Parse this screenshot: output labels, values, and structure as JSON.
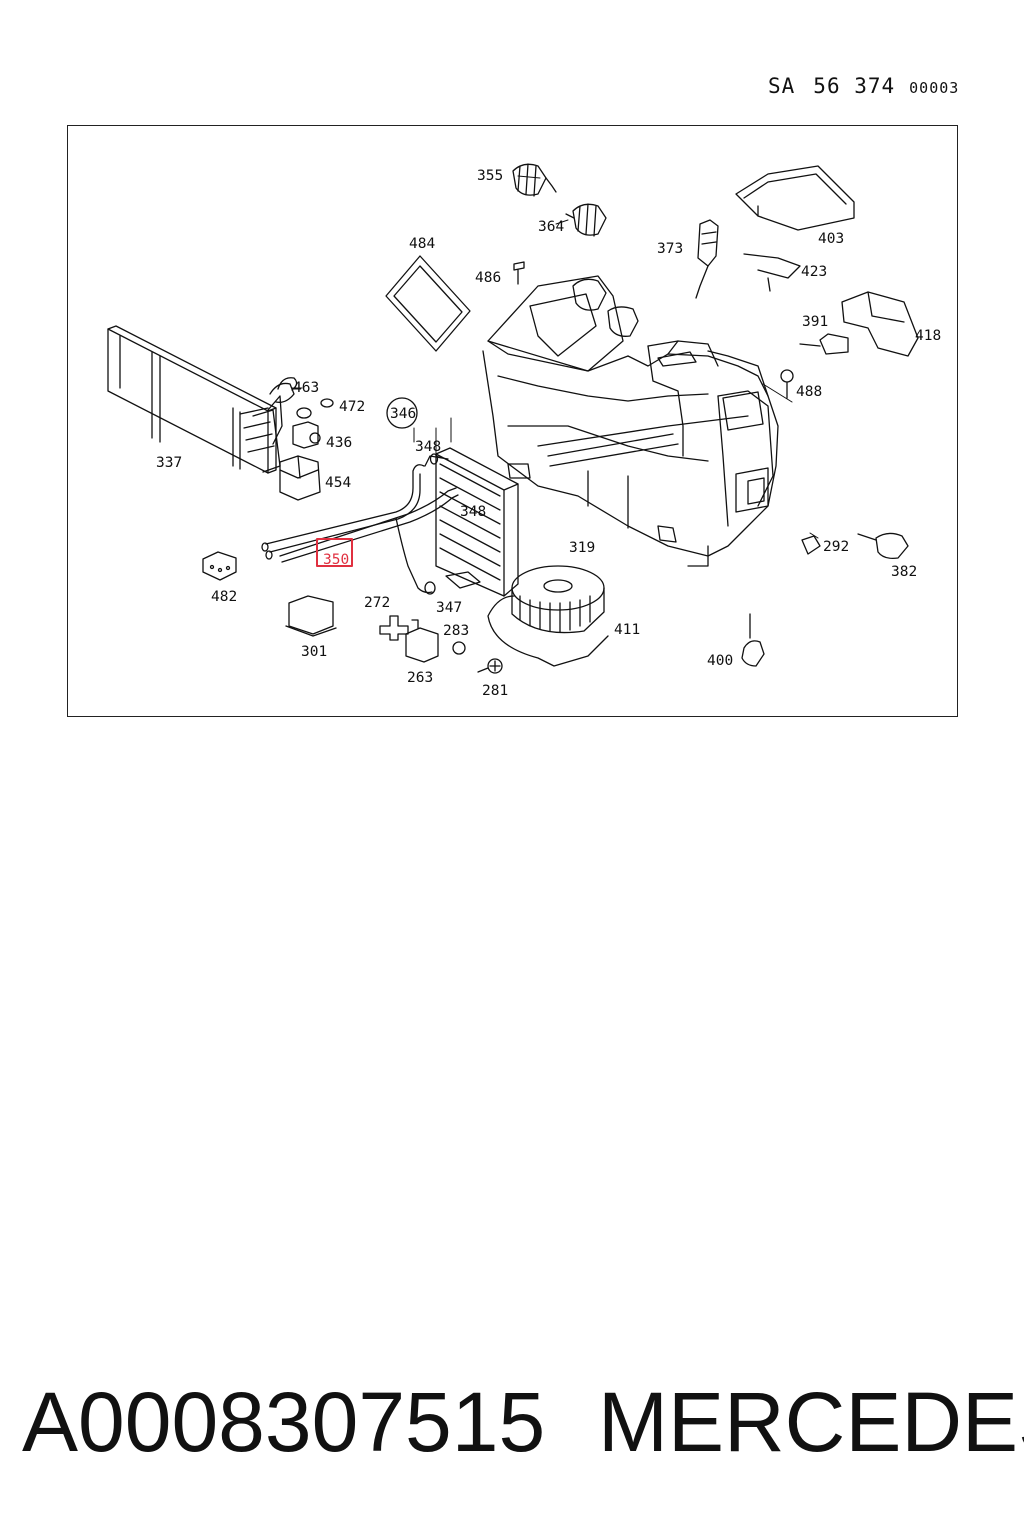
{
  "header": {
    "prefix": "SA",
    "number": "56 374",
    "suffix": "00003"
  },
  "diagram": {
    "callouts": {
      "c355": "355",
      "c364": "364",
      "c403": "403",
      "c484": "484",
      "c486": "486",
      "c373": "373",
      "c423": "423",
      "c391": "391",
      "c418": "418",
      "c463": "463",
      "c472": "472",
      "c346": "346",
      "c436": "436",
      "c348a": "348",
      "c348b": "348",
      "c488": "488",
      "c337": "337",
      "c454": "454",
      "c319": "319",
      "c350": "350",
      "c292": "292",
      "c382": "382",
      "c482": "482",
      "c272": "272",
      "c347": "347",
      "c411": "411",
      "c283": "283",
      "c301": "301",
      "c400": "400",
      "c263": "263",
      "c281": "281"
    },
    "highlight": {
      "part": "350",
      "color": "#e03040"
    },
    "line_color": "#111111"
  },
  "footer": {
    "part_number": "A0008307515",
    "brand": "MERCEDES"
  }
}
